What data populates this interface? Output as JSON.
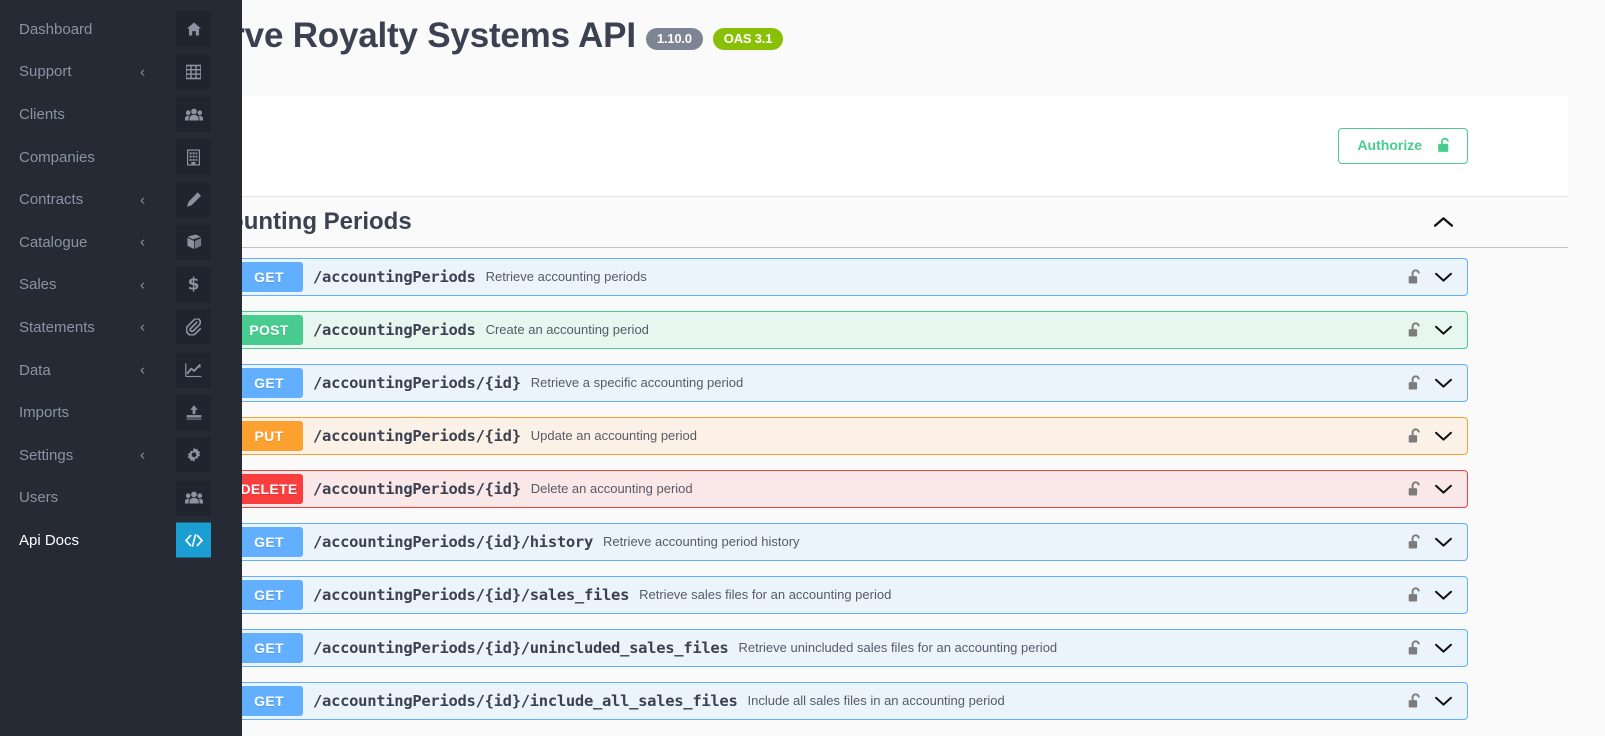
{
  "sidebar": {
    "items": [
      {
        "label": "Dashboard",
        "icon": "home-icon",
        "caret": false,
        "active": false
      },
      {
        "label": "Support",
        "icon": "table-icon",
        "caret": true,
        "active": false
      },
      {
        "label": "Clients",
        "icon": "users-icon",
        "caret": false,
        "active": false
      },
      {
        "label": "Companies",
        "icon": "building-icon",
        "caret": false,
        "active": false
      },
      {
        "label": "Contracts",
        "icon": "pencil-icon",
        "caret": true,
        "active": false
      },
      {
        "label": "Catalogue",
        "icon": "book-icon",
        "caret": true,
        "active": false
      },
      {
        "label": "Sales",
        "icon": "dollar-icon",
        "caret": true,
        "active": false
      },
      {
        "label": "Statements",
        "icon": "paperclip-icon",
        "caret": true,
        "active": false
      },
      {
        "label": "Data",
        "icon": "chart-line-icon",
        "caret": true,
        "active": false
      },
      {
        "label": "Imports",
        "icon": "upload-icon",
        "caret": false,
        "active": false
      },
      {
        "label": "Settings",
        "icon": "gear-icon",
        "caret": true,
        "active": false
      },
      {
        "label": "Users",
        "icon": "users-icon",
        "caret": false,
        "active": false
      },
      {
        "label": "Api Docs",
        "icon": "code-icon",
        "caret": false,
        "active": true
      }
    ],
    "caret_glyph": "‹",
    "background_color": "#252a35",
    "active_icon_color": "#1b9ed1"
  },
  "header": {
    "title": "Curve Royalty Systems API",
    "version_badge": "1.10.0",
    "oas_badge": "OAS 3.1",
    "version_badge_color": "#7d8492",
    "oas_badge_color": "#89bf04"
  },
  "authorize": {
    "label": "Authorize",
    "icon": "unlock-icon",
    "color": "#49cc90"
  },
  "tag_section": {
    "name": "Accounting Periods",
    "expand_icon": "chevron-up-icon",
    "expanded": true
  },
  "operations": [
    {
      "method": "GET",
      "path": "/accountingPeriods",
      "summary": "Retrieve accounting periods",
      "lock_icon": "unlock-icon",
      "expand_icon": "chevron-down-icon",
      "color": "#61affe"
    },
    {
      "method": "POST",
      "path": "/accountingPeriods",
      "summary": "Create an accounting period",
      "lock_icon": "unlock-icon",
      "expand_icon": "chevron-down-icon",
      "color": "#49cc90"
    },
    {
      "method": "GET",
      "path": "/accountingPeriods/{id}",
      "summary": "Retrieve a specific accounting period",
      "lock_icon": "unlock-icon",
      "expand_icon": "chevron-down-icon",
      "color": "#61affe"
    },
    {
      "method": "PUT",
      "path": "/accountingPeriods/{id}",
      "summary": "Update an accounting period",
      "lock_icon": "unlock-icon",
      "expand_icon": "chevron-down-icon",
      "color": "#fca130"
    },
    {
      "method": "DELETE",
      "path": "/accountingPeriods/{id}",
      "summary": "Delete an accounting period",
      "lock_icon": "unlock-icon",
      "expand_icon": "chevron-down-icon",
      "color": "#f93e3e"
    },
    {
      "method": "GET",
      "path": "/accountingPeriods/{id}/history",
      "summary": "Retrieve accounting period history",
      "lock_icon": "unlock-icon",
      "expand_icon": "chevron-down-icon",
      "color": "#61affe"
    },
    {
      "method": "GET",
      "path": "/accountingPeriods/{id}/sales_files",
      "summary": "Retrieve sales files for an accounting period",
      "lock_icon": "unlock-icon",
      "expand_icon": "chevron-down-icon",
      "color": "#61affe"
    },
    {
      "method": "GET",
      "path": "/accountingPeriods/{id}/unincluded_sales_files",
      "summary": "Retrieve unincluded sales files for an accounting period",
      "lock_icon": "unlock-icon",
      "expand_icon": "chevron-down-icon",
      "color": "#61affe"
    },
    {
      "method": "GET",
      "path": "/accountingPeriods/{id}/include_all_sales_files",
      "summary": "Include all sales files in an accounting period",
      "lock_icon": "unlock-icon",
      "expand_icon": "chevron-down-icon",
      "color": "#61affe"
    }
  ]
}
